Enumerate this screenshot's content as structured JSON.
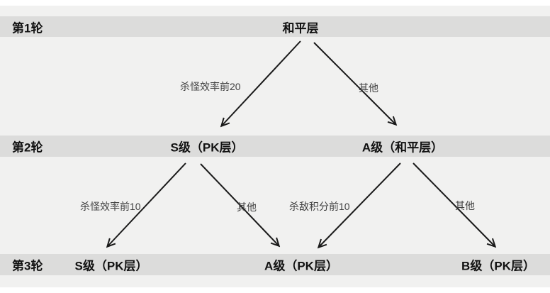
{
  "colors": {
    "background": "#f1f1f0",
    "band": "#dcdcdb",
    "text": "#111111",
    "edge_label": "#3f3f3f",
    "arrow": "#1a1a1a"
  },
  "rounds": [
    {
      "label": "第1轮"
    },
    {
      "label": "第2轮"
    },
    {
      "label": "第3轮"
    }
  ],
  "nodes": {
    "round1_peace": "和平层",
    "round2_s": "S级（PK层）",
    "round2_a": "A级（和平层）",
    "round3_s": "S级（PK层）",
    "round3_a": "A级（PK层）",
    "round3_b": "B级（PK层）"
  },
  "edge_labels": {
    "r1_to_s": "杀怪效率前20",
    "r1_to_a": "其他",
    "s_to_s": "杀怪效率前10",
    "s_to_a": "其他",
    "a_to_a": "杀敌积分前10",
    "a_to_b": "其他"
  }
}
